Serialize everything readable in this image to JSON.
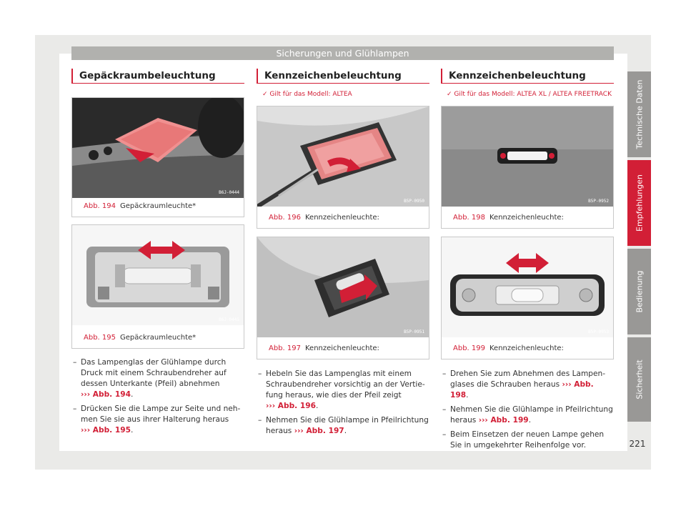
{
  "header": {
    "title": "Sicherungen und Glühlampen"
  },
  "tabs": [
    "Technische Daten",
    "Empfehlungen",
    "Bedienung",
    "Sicherheit"
  ],
  "page_number": "221",
  "col1": {
    "heading": "Gepäckraumbeleuchtung",
    "fig1": {
      "num": "Abb. 194",
      "caption": "Gepäckraumleuchte*",
      "code": "B6J-0444"
    },
    "fig2": {
      "num": "Abb. 195",
      "caption": "Gepäckraumleuchte*",
      "code": "B6J-0445"
    },
    "s1a": "Das Lampenglas der Glühlampe durch Druck mit einem Schraubendreher auf des­sen Unterkante (Pfeil) abnehmen",
    "s1ref": "››› Abb. 194",
    "s2a": "Drücken Sie die Lampe zur Seite und neh­men Sie sie aus ihrer Halterung heraus",
    "s2ref": "››› Abb. 195"
  },
  "col2": {
    "heading": "Kennzeichenbeleuchtung",
    "valid": "Gilt für das Modell: ALTEA",
    "fig1": {
      "num": "Abb. 196",
      "caption": "Kennzeichenleuchte:",
      "code": "B5P-0950"
    },
    "fig2": {
      "num": "Abb. 197",
      "caption": "Kennzeichenleuchte:",
      "code": "B5P-0951"
    },
    "s1a": "Hebeln Sie das Lampenglas mit einem Schraubendreher vorsichtig an der Vertie­fung heraus, wie dies der Pfeil zeigt",
    "s1ref": "››› Abb. 196",
    "s2a": "Nehmen Sie die Glühlampe in Pfeilrichtung heraus",
    "s2ref": "››› Abb. 197"
  },
  "col3": {
    "heading": "Kennzeichenbeleuchtung",
    "valid": "Gilt für das Modell: ALTEA XL / ALTEA FREETRACK",
    "fig1": {
      "num": "Abb. 198",
      "caption": "Kennzeichenleuchte:",
      "code": "B5P-0952"
    },
    "fig2": {
      "num": "Abb. 199",
      "caption": "Kennzeichenleuchte:",
      "code": "B5P-0953"
    },
    "s1a": "Drehen Sie zum Abnehmen des Lampen­glases die Schrauben heraus",
    "s1ref": "››› Abb. 198",
    "s2a": "Nehmen Sie die Glühlampe in Pfeilrichtung heraus",
    "s2ref": "››› Abb. 199",
    "s3a": "Beim Einsetzen der neuen Lampe gehen Sie in umgekehrter Reihenfolge vor."
  },
  "colors": {
    "accent": "#d21f36",
    "tab": "#999896",
    "banner": "#b1b1ae"
  }
}
